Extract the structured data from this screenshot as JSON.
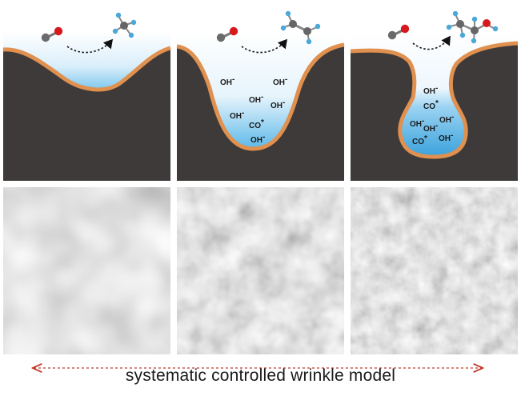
{
  "panels": [
    {
      "id": "shallow",
      "product": "methane",
      "species": [
        {
          "label": "",
          "sup": ""
        }
      ]
    },
    {
      "id": "medium",
      "product": "ethylene",
      "species": [
        {
          "label": "OH",
          "sup": "-"
        },
        {
          "label": "OH",
          "sup": "-"
        },
        {
          "label": "OH",
          "sup": "-"
        },
        {
          "label": "OH",
          "sup": "-"
        },
        {
          "label": "OH",
          "sup": "-"
        },
        {
          "label": "CO",
          "sup": "*"
        },
        {
          "label": "OH",
          "sup": "-"
        }
      ]
    },
    {
      "id": "deep",
      "product": "ethanol",
      "species": [
        {
          "label": "OH",
          "sup": "-"
        },
        {
          "label": "CO",
          "sup": "*"
        },
        {
          "label": "OH",
          "sup": "-"
        },
        {
          "label": "OH",
          "sup": "-"
        },
        {
          "label": "OH",
          "sup": "-"
        },
        {
          "label": "CO",
          "sup": "*"
        },
        {
          "label": "OH",
          "sup": "-"
        }
      ]
    }
  ],
  "micrographs": [
    "low-density wrinkles",
    "medium-density wrinkles",
    "high-density wrinkles"
  ],
  "caption": "systematic controlled wrinkle model",
  "colors": {
    "substrate": "#3d3a39",
    "coating": "#e0904f",
    "electrolyte": "#4aaee0",
    "carbon": "#666666",
    "oxygen": "#d7191f",
    "hydrogen": "#4aa8d8",
    "arrow": "#111111",
    "caption_arrow": "#c0392b"
  }
}
